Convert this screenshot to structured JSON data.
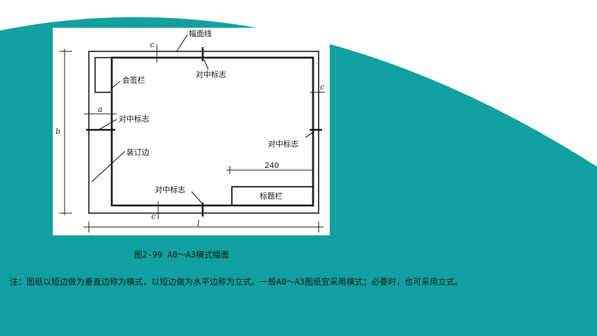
{
  "colors": {
    "teal": "#12a0a0",
    "background": "#ffffff"
  },
  "figure": {
    "labels": {
      "frame_line": "幅面线",
      "center_mark_top": "对中标志",
      "signature_column": "会签栏",
      "center_mark_left": "对中标志",
      "binding_edge": "装订边",
      "center_mark_right": "对中标志",
      "center_mark_bottom": "对中标志",
      "title_block": "标题栏",
      "dim_240": "240",
      "dim_a": "a",
      "dim_b": "b",
      "dim_c_top": "c",
      "dim_c_right": "c",
      "dim_c_bottom": "c",
      "dim_l": "l"
    }
  },
  "caption": "图2-99 A0～A3横式幅面",
  "note": "注：图纸以短边做为垂直边称为横式，以短边做为水平边称为立式。一般A0～A3图纸宜采用横式；必要时，也可采用立式。"
}
